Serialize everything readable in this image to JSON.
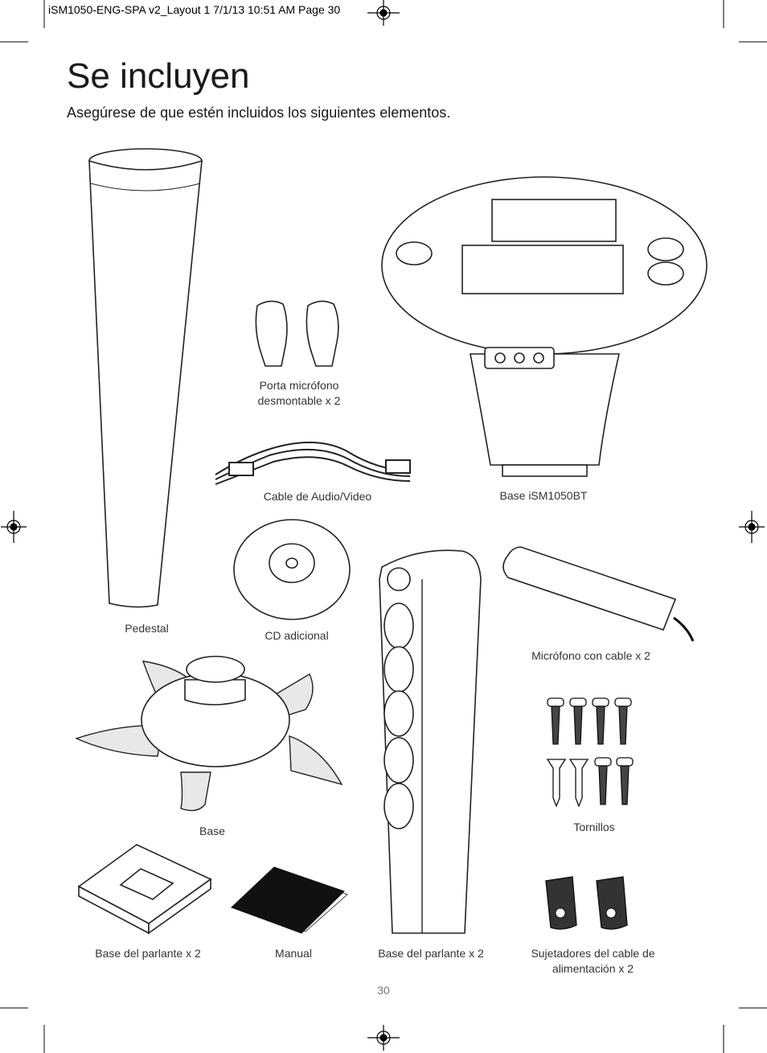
{
  "header": {
    "slug": "iSM1050-ENG-SPA v2_Layout 1  7/1/13  10:51 AM  Page 30"
  },
  "page": {
    "title": "Se incluyen",
    "subtitle": "Asegúrese de que estén incluidos los siguientes elementos.",
    "number": "30"
  },
  "items": {
    "pedestal": "Pedestal",
    "mic_holder": "Porta micrófono desmontable  x 2",
    "av_cable": "Cable de Audio/Video",
    "base_unit": "Base iSM1050BT",
    "cd": "CD adicional",
    "microphone": "Micrófono con cable  x 2",
    "base": "Base",
    "screws": "Tornillos",
    "speaker_base": "Base del parlante x 2",
    "manual": "Manual",
    "speaker": "Base del parlante x 2",
    "cable_holders": "Sujetadores del cable de alimentación x 2"
  },
  "icons": [
    "registration-mark-icon",
    "crop-mark-icon"
  ]
}
